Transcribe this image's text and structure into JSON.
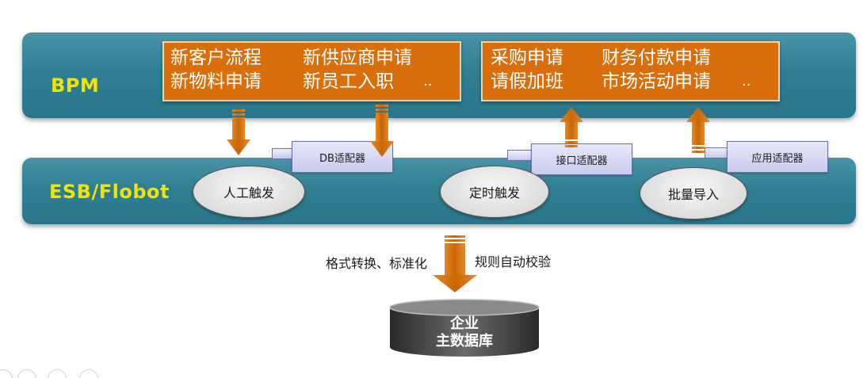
{
  "bands": {
    "bpm": {
      "label": "BPM"
    },
    "esb": {
      "label": "ESB/Flobot"
    }
  },
  "processes": {
    "left": [
      [
        "新客户流程",
        "新供应商申请"
      ],
      [
        "新物料申请",
        "新员工入职",
        ".."
      ]
    ],
    "right": [
      [
        "采购申请",
        "财务付款申请"
      ],
      [
        "请假加班",
        "市场活动申请",
        ".."
      ]
    ]
  },
  "adapters": {
    "db": "DB适配器",
    "interface": "接口适配器",
    "application": "应用适配器"
  },
  "triggers": {
    "manual": "人工触发",
    "scheduled": "定时触发",
    "batch": "批量导入"
  },
  "notes": {
    "format": "格式转换、标准化",
    "rules": "规则自动校验"
  },
  "database": {
    "line1": "企业",
    "line2": "主数据库"
  },
  "colors": {
    "band": "#2f7f93",
    "band_label": "#f3e400",
    "process_box": "#d86f0c",
    "arrow": "#d4700e",
    "adapter": "#c9cbef",
    "database": "#3a3a3a"
  }
}
